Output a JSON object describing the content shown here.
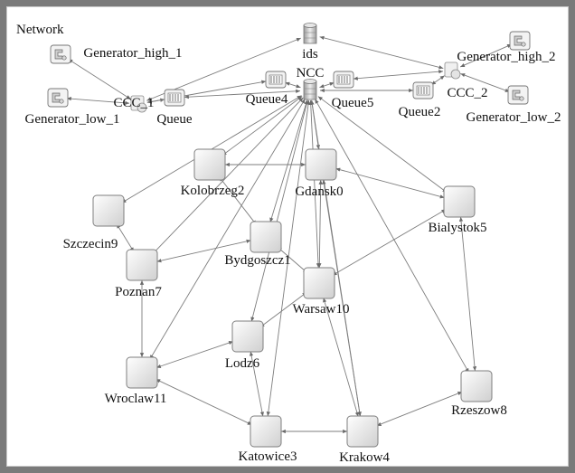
{
  "title": "Network",
  "nodes": [
    {
      "id": "ids",
      "label": "ids",
      "kind": "db"
    },
    {
      "id": "ncc",
      "label": "NCC",
      "kind": "db"
    },
    {
      "id": "ccc1",
      "label": "CCC_1",
      "kind": "ccc"
    },
    {
      "id": "ccc2",
      "label": "CCC_2",
      "kind": "ccc"
    },
    {
      "id": "gh1",
      "label": "Generator_high_1",
      "kind": "gen"
    },
    {
      "id": "gl1",
      "label": "Generator_low_1",
      "kind": "gen"
    },
    {
      "id": "gh2",
      "label": "Generator_high_2",
      "kind": "gen"
    },
    {
      "id": "gl2",
      "label": "Generator_low_2",
      "kind": "gen"
    },
    {
      "id": "q",
      "label": "Queue",
      "kind": "queue"
    },
    {
      "id": "q4",
      "label": "Queue4",
      "kind": "queue"
    },
    {
      "id": "q5",
      "label": "Queue5",
      "kind": "queue"
    },
    {
      "id": "q2",
      "label": "Queue2",
      "kind": "queue"
    },
    {
      "id": "kol",
      "label": "Kolobrzeg2",
      "kind": "city"
    },
    {
      "id": "gda",
      "label": "Gdansk0",
      "kind": "city"
    },
    {
      "id": "szc",
      "label": "Szczecin9",
      "kind": "city"
    },
    {
      "id": "bia",
      "label": "Bialystok5",
      "kind": "city"
    },
    {
      "id": "byd",
      "label": "Bydgoszcz1",
      "kind": "city"
    },
    {
      "id": "poz",
      "label": "Poznan7",
      "kind": "city"
    },
    {
      "id": "war",
      "label": "Warsaw10",
      "kind": "city"
    },
    {
      "id": "lod",
      "label": "Lodz6",
      "kind": "city"
    },
    {
      "id": "wro",
      "label": "Wroclaw11",
      "kind": "city"
    },
    {
      "id": "rze",
      "label": "Rzeszow8",
      "kind": "city"
    },
    {
      "id": "kat",
      "label": "Katowice3",
      "kind": "city"
    },
    {
      "id": "kra",
      "label": "Krakow4",
      "kind": "city"
    }
  ],
  "edges": [
    [
      "gh1",
      "ccc1"
    ],
    [
      "gl1",
      "ccc1"
    ],
    [
      "ccc1",
      "ids"
    ],
    [
      "ccc1",
      "q"
    ],
    [
      "q",
      "ncc"
    ],
    [
      "ccc1",
      "q4"
    ],
    [
      "q4",
      "ncc"
    ],
    [
      "gh2",
      "ccc2"
    ],
    [
      "gl2",
      "ccc2"
    ],
    [
      "ccc2",
      "ids"
    ],
    [
      "ccc2",
      "q5"
    ],
    [
      "q5",
      "ncc"
    ],
    [
      "ccc2",
      "q2"
    ],
    [
      "q2",
      "ncc"
    ],
    [
      "ncc",
      "kol"
    ],
    [
      "ncc",
      "gda"
    ],
    [
      "ncc",
      "szc"
    ],
    [
      "ncc",
      "bia"
    ],
    [
      "ncc",
      "byd"
    ],
    [
      "ncc",
      "poz"
    ],
    [
      "ncc",
      "war"
    ],
    [
      "ncc",
      "lod"
    ],
    [
      "ncc",
      "wro"
    ],
    [
      "ncc",
      "rze"
    ],
    [
      "ncc",
      "kat"
    ],
    [
      "ncc",
      "kra"
    ],
    [
      "kol",
      "gda"
    ],
    [
      "kol",
      "byd"
    ],
    [
      "gda",
      "bia"
    ],
    [
      "gda",
      "war"
    ],
    [
      "gda",
      "kra"
    ],
    [
      "szc",
      "poz"
    ],
    [
      "poz",
      "byd"
    ],
    [
      "poz",
      "wro"
    ],
    [
      "byd",
      "war"
    ],
    [
      "bia",
      "war"
    ],
    [
      "bia",
      "rze"
    ],
    [
      "war",
      "lod"
    ],
    [
      "war",
      "kra"
    ],
    [
      "lod",
      "wro"
    ],
    [
      "lod",
      "kat"
    ],
    [
      "wro",
      "kat"
    ],
    [
      "kat",
      "kra"
    ],
    [
      "kra",
      "rze"
    ]
  ]
}
